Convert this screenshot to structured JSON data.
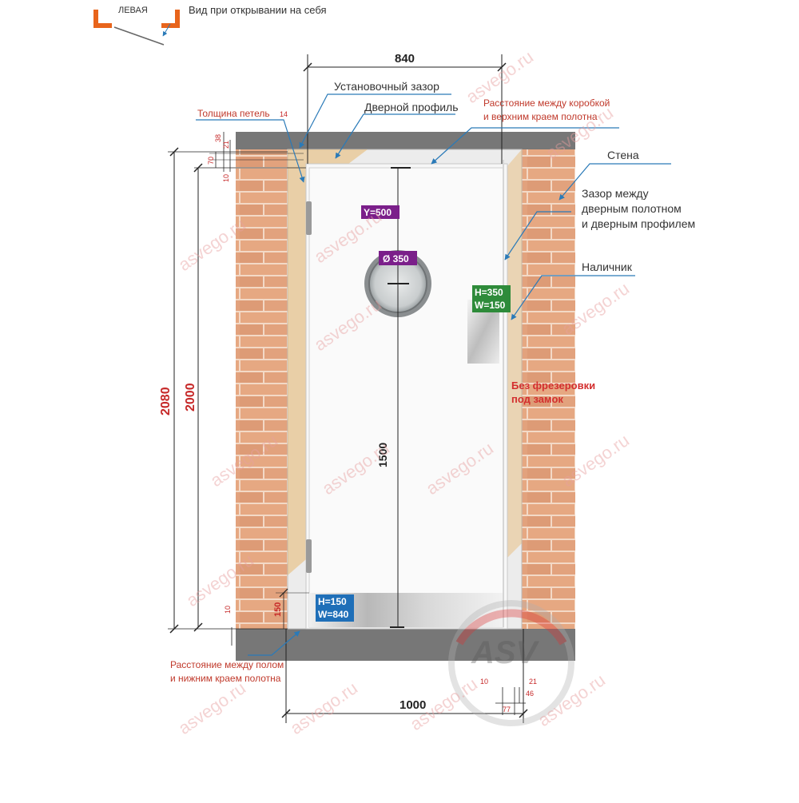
{
  "header": {
    "side_label": "ЛЕВАЯ",
    "view_label": "Вид при открывании на себя"
  },
  "labels": {
    "install_gap": "Установочный зазор",
    "door_profile": "Дверной профиль",
    "hinge_thickness": "Толщина петель",
    "hinge_thickness_value": "14",
    "top_distance_line1": "Расстояние между коробкой",
    "top_distance_line2": "и верхним краем полотна",
    "wall": "Стена",
    "gap_line1": "Зазор между",
    "gap_line2": "дверным полотном",
    "gap_line3": "и дверным профилем",
    "casing": "Наличник",
    "no_lock_line1": "Без фрезеровки",
    "no_lock_line2": "под замок",
    "floor_line1": "Расстояние между полом",
    "floor_line2": "и нижним краем полотна"
  },
  "dimensions": {
    "top_width": "840",
    "bottom_width": "1000",
    "total_height": "2080",
    "leaf_height": "2000",
    "porthole_center_height": "1500",
    "kick_plate_height": "150",
    "floor_gap": "10",
    "top_70": "70",
    "top_38": "38",
    "top_21": "21",
    "top_10": "10",
    "bottom_10": "10",
    "bottom_21": "21",
    "bottom_46": "46",
    "bottom_77": "77"
  },
  "tags": {
    "porthole_offset": "Y=500",
    "porthole_diameter": "Ø 350",
    "plate_h": "H=350",
    "plate_w": "W=150",
    "kick_h": "H=150",
    "kick_w": "W=840"
  },
  "colors": {
    "brick": "#e6a882",
    "wall_gray": "#777777",
    "tag_purple": "#7b1f8a",
    "tag_green": "#2e8b3a",
    "tag_blue": "#1f6fb8",
    "dim_red": "#c62828",
    "leader_blue": "#2a7ab8"
  },
  "watermark": "asvego.ru",
  "logo_text": "ASV"
}
